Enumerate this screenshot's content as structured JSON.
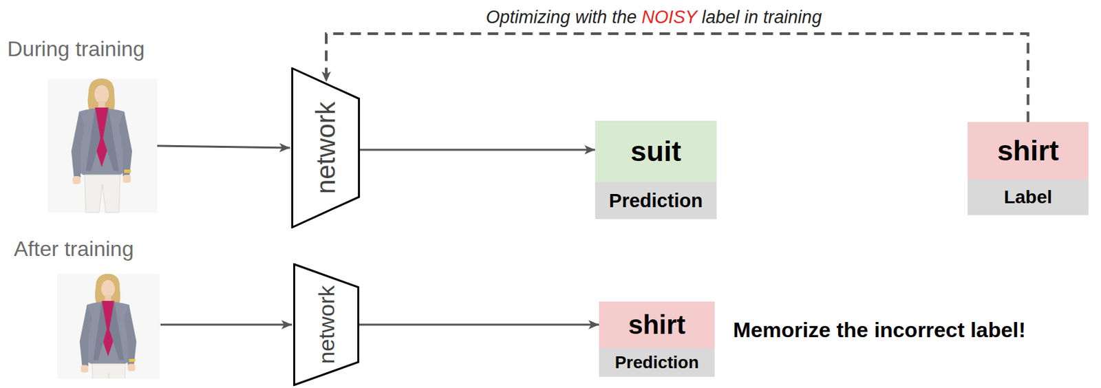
{
  "diagram": {
    "nodes": [
      {
        "text": [
          "network"
        ]
      },
      {
        "text": [
          "suit",
          "Prediction"
        ]
      },
      {
        "text": [
          "shirt",
          "Label"
        ]
      },
      {
        "text": [
          "network"
        ]
      },
      {
        "text": [
          "shirt",
          "Prediction"
        ]
      }
    ],
    "edges": [
      {
        "from": 0,
        "to": 1,
        "arrow": "to"
      },
      {
        "from": 2,
        "to": 0,
        "arrow": "to",
        "label": "Optimizing with the NOISY label in training"
      },
      {
        "from": 3,
        "to": 4,
        "arrow": "to"
      }
    ],
    "labels": [
      "During training",
      "After training",
      "Memorize the incorrect label!"
    ]
  }
}
